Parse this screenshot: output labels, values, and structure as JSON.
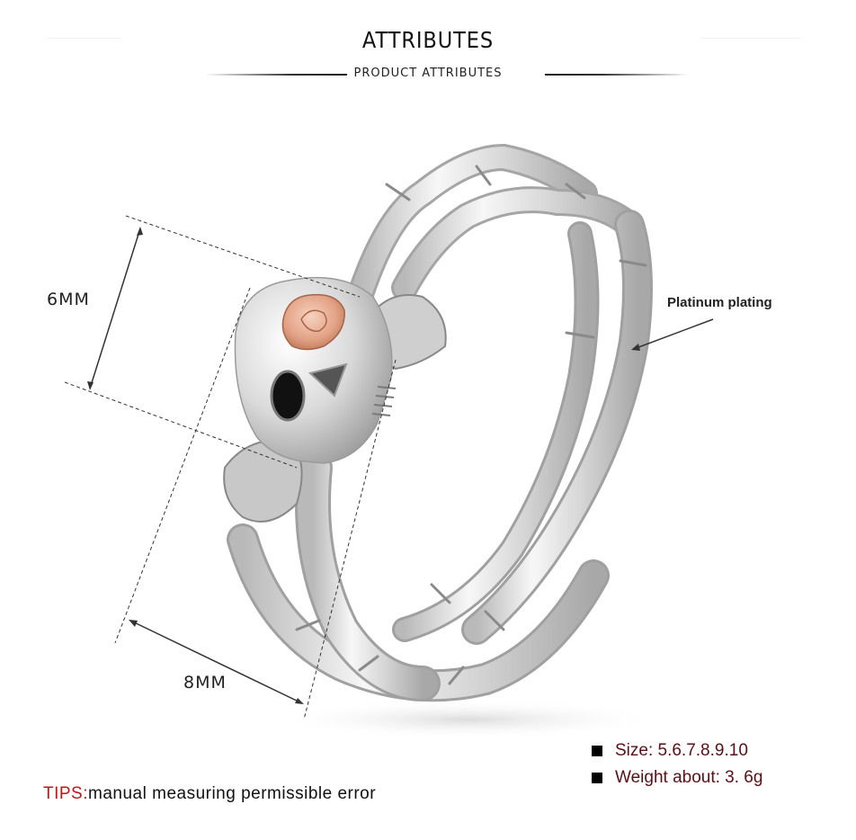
{
  "header": {
    "title": "ATTRIBUTES",
    "subtitle": "PRODUCT ATTRIBUTES"
  },
  "product_image": {
    "description": "silver skeleton-hand ring with skull and rose-gold rose",
    "colors": {
      "silver": "#d8d8d8",
      "silver_dark": "#9a9a9a",
      "rose_gold": "#e3a285",
      "eye_black": "#111111"
    }
  },
  "dimensions": {
    "height_label": "6MM",
    "width_label": "8MM"
  },
  "callout": {
    "label": "Platinum plating"
  },
  "specs": {
    "items": [
      {
        "label": "Size: 5.6.7.8.9.10"
      },
      {
        "label": "Weight about: 3. 6g"
      }
    ],
    "text_color": "#5a1015"
  },
  "tips": {
    "label": "TIPS:",
    "text": "manual measuring permissible error",
    "label_color": "#c0161c"
  }
}
